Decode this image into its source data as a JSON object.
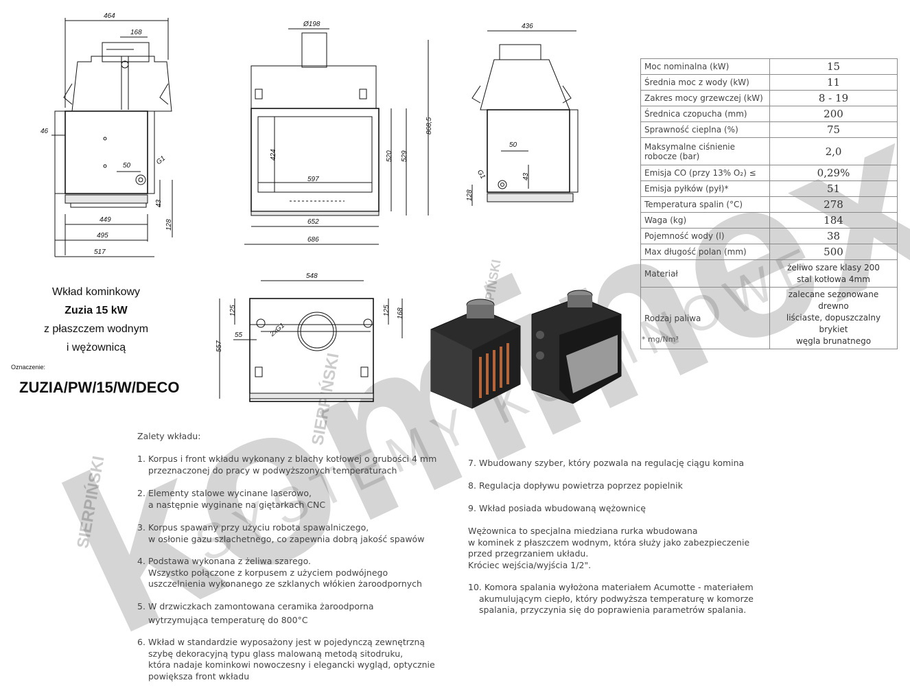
{
  "watermark": {
    "brand": "kominex",
    "tagline": "SYSTEMY KOMINOWE",
    "badge": "SIERPIŃSKI"
  },
  "dims": {
    "front": {
      "d464": "464",
      "d168": "168",
      "d46": "46",
      "d50": "50",
      "g1": "G1",
      "d43": "43",
      "d128": "128",
      "d449": "449",
      "d495": "495",
      "d517": "517"
    },
    "side": {
      "d198": "Ø198",
      "d868": "868,5",
      "d424": "424",
      "d520": "520",
      "d529": "529",
      "d597": "597",
      "d652": "652",
      "d686": "686"
    },
    "right": {
      "d436": "436",
      "d50": "50",
      "g1": "G1",
      "d43": "43",
      "d128": "128"
    },
    "top": {
      "d548": "548",
      "d125a": "125",
      "d125b": "125",
      "d168": "168",
      "d55": "55",
      "d2g1": "2xG1",
      "d557": "557"
    }
  },
  "product": {
    "line1": "Wkład kominkowy",
    "line2": "Zuzia 15 kW",
    "line3": "z płaszczem wodnym",
    "line4": "i wężownicą",
    "designation_label": "Oznaczenie:",
    "designation": "ZUZIA/PW/15/W/DECO"
  },
  "specs": [
    {
      "label": "Moc nominalna (kW)",
      "value": "15"
    },
    {
      "label": "Średnia moc z wody (kW)",
      "value": "11"
    },
    {
      "label": "Zakres mocy grzewczej (kW)",
      "value": "8 - 19"
    },
    {
      "label": "Średnica czopucha (mm)",
      "value": "200"
    },
    {
      "label": "Sprawność cieplna (%)",
      "value": "75"
    },
    {
      "label": "Maksymalne ciśnienie robocze (bar)",
      "value": "2,0"
    },
    {
      "label": "Emisja CO (przy 13% O₂) ≤",
      "value": "0,29%"
    },
    {
      "label": "Emisja pyłków (pył)*",
      "value": "51"
    },
    {
      "label": "Temperatura spalin (°C)",
      "value": "278"
    },
    {
      "label": "Waga (kg)",
      "value": "184"
    },
    {
      "label": "Pojemność wody (l)",
      "value": "38"
    },
    {
      "label": "Max długość polan (mm)",
      "value": "500"
    },
    {
      "label": "Materiał",
      "value_lines": [
        "żeliwo szare klasy 200",
        "stal kotłowa 4mm"
      ]
    },
    {
      "label": "Rodzaj paliwa",
      "value_lines": [
        "zalecane sezonowane drewno",
        "liściaste, dopuszczalny brykiet",
        "węgla brunatnego"
      ]
    }
  ],
  "footnote": "* mg/Nm³",
  "advantages": {
    "heading": "Zalety wkładu:",
    "items": [
      {
        "num": "1.",
        "lines": [
          "Korpus i front wkładu wykonany z blachy kotłowej o grubości 4 mm",
          "przeznaczonej do pracy w podwyższonych temperaturach"
        ]
      },
      {
        "num": "2.",
        "lines": [
          "Elementy stalowe wycinane laserowo,",
          "a następnie wyginane na giętarkach CNC"
        ]
      },
      {
        "num": "3.",
        "lines": [
          "Korpus spawany przy użyciu robota spawalniczego,",
          "w osłonie gazu szlachetnego, co zapewnia dobrą jakość spawów"
        ]
      },
      {
        "num": "4.",
        "lines": [
          "Podstawa wykonana z żeliwa szarego.",
          "Wszystko połączone z korpusem z użyciem podwójnego",
          "uszczelnienia wykonanego ze szklanych włókien żaroodpornych"
        ]
      },
      {
        "num": "5.",
        "lines": [
          "W drzwiczkach zamontowana ceramika żaroodporna",
          "wytrzymująca temperaturę do 800°C"
        ]
      },
      {
        "num": "6.",
        "lines": [
          "Wkład w standardzie wyposażony jest w pojedynczą zewnętrzną",
          "szybę dekoracyjną typu glass malowaną metodą sitodruku,",
          "która nadaje kominkowi nowoczesny i elegancki wygląd, optycznie",
          "powiększa front wkładu"
        ]
      },
      {
        "num": "7.",
        "lines": [
          "Wbudowany szyber, który pozwala na regulację ciągu komina"
        ]
      },
      {
        "num": "8.",
        "lines": [
          "Regulacja dopływu powietrza poprzez popielnik"
        ]
      },
      {
        "num": "9.",
        "lines": [
          "Wkład posiada wbudowaną wężownicę"
        ]
      }
    ],
    "coil_note": [
      "Wężownica to specjalna miedziana rurka wbudowana",
      "w kominek z płaszczem wodnym, która służy jako zabezpieczenie",
      "przed przegrzaniem układu.",
      "Króciec wejścia/wyjścia 1/2\"."
    ],
    "item10": {
      "num": "10.",
      "lines": [
        "Komora spalania wyłożona materiałem Acumotte - materiałem",
        "akumulującym ciepło, który podwyższa temperaturę w komorze",
        "spalania, przyczynia się do poprawienia parametrów spalania."
      ]
    }
  }
}
